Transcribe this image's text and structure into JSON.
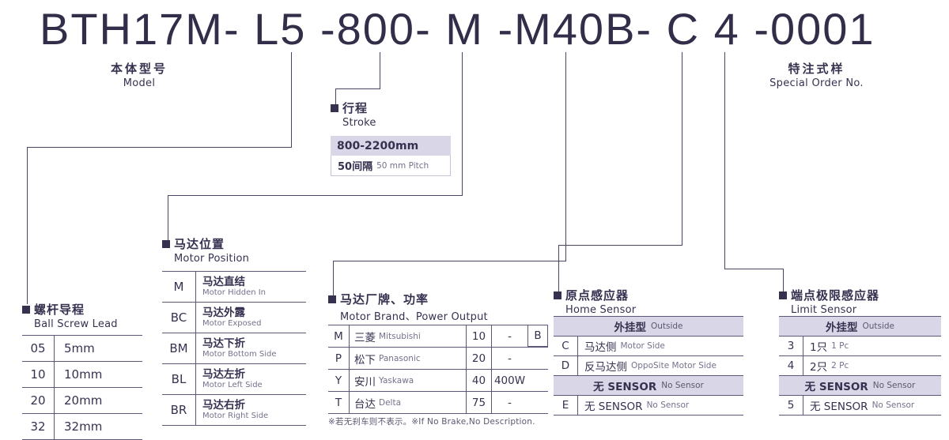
{
  "title": {
    "code": "BTH17M- L5 -800- M -M40B- C 4 -0001"
  },
  "model_label": {
    "zh": "本体型号",
    "en": "Model"
  },
  "special_order_label": {
    "zh": "特注式样",
    "en": "Special Order No."
  },
  "stroke": {
    "zh": "行程",
    "en": "Stroke",
    "range": "800-2200mm",
    "pitch_zh": "50间隔",
    "pitch_en": "50 mm Pitch"
  },
  "ball_screw_lead": {
    "zh": "螺杆导程",
    "en": "Ball Screw Lead",
    "rows": [
      {
        "code": "05",
        "value": "5mm"
      },
      {
        "code": "10",
        "value": "10mm"
      },
      {
        "code": "20",
        "value": "20mm"
      },
      {
        "code": "32",
        "value": "32mm"
      }
    ]
  },
  "motor_position": {
    "zh": "马达位置",
    "en": "Motor Position",
    "rows": [
      {
        "code": "M",
        "zh": "马达直结",
        "en": "Motor Hidden In"
      },
      {
        "code": "BC",
        "zh": "马达外露",
        "en": "Motor Exposed"
      },
      {
        "code": "BM",
        "zh": "马达下折",
        "en": "Motor Bottom Side"
      },
      {
        "code": "BL",
        "zh": "马达左折",
        "en": "Motor Left Side"
      },
      {
        "code": "BR",
        "zh": "马达右折",
        "en": "Motor Right Side"
      }
    ]
  },
  "motor_brand": {
    "zh": "马达厂牌、功率",
    "en": "Motor Brand、Power Output",
    "rows": [
      {
        "code": "M",
        "brand_zh": "三菱",
        "brand_en": "Mitsubishi",
        "power_code": "10",
        "power": "-"
      },
      {
        "code": "P",
        "brand_zh": "松下",
        "brand_en": "Panasonic",
        "power_code": "20",
        "power": "-"
      },
      {
        "code": "Y",
        "brand_zh": "安川",
        "brand_en": "Yaskawa",
        "power_code": "40",
        "power": "400W"
      },
      {
        "code": "T",
        "brand_zh": "台达",
        "brand_en": "Delta",
        "power_code": "75",
        "power": "-"
      }
    ],
    "brake_code": "B",
    "note": "※若无刹车则不表示。※If No Brake,No Description."
  },
  "home_sensor": {
    "zh": "原点感应器",
    "en": "Home Sensor",
    "group_outside_zh": "外挂型",
    "group_outside_en": "Outside",
    "rows": [
      {
        "code": "C",
        "zh": "马达侧",
        "en": "Motor Side"
      },
      {
        "code": "D",
        "zh": "反马达侧",
        "en": "OppoSite Motor Side"
      }
    ],
    "group_none_zh": "无 SENSOR",
    "group_none_en": "No Sensor",
    "none_row": {
      "code": "E",
      "zh": "无 SENSOR",
      "en": "No Sensor"
    }
  },
  "limit_sensor": {
    "zh": "端点极限感应器",
    "en": "Limit Sensor",
    "group_outside_zh": "外挂型",
    "group_outside_en": "Outside",
    "rows": [
      {
        "code": "3",
        "zh": "1只",
        "en": "1 Pc"
      },
      {
        "code": "4",
        "zh": "2只",
        "en": "2 Pc"
      }
    ],
    "group_none_zh": "无 SENSOR",
    "group_none_en": "No Sensor",
    "none_row": {
      "code": "5",
      "zh": "无 SENSOR",
      "en": "No Sensor"
    }
  },
  "colors": {
    "ink": "#373150",
    "accent_fill": "#d9d6e7",
    "line": "#4b4565"
  }
}
